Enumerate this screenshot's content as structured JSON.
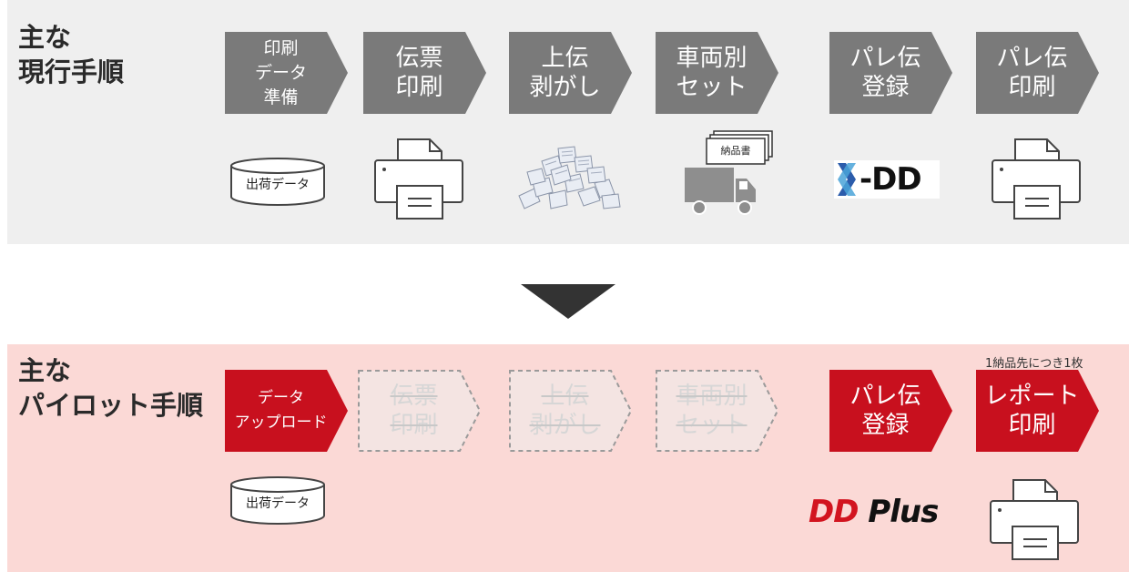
{
  "current": {
    "title_line1": "主な",
    "title_line2": "現行手順",
    "steps": [
      {
        "label": "印刷\nデータ\n準備"
      },
      {
        "label": "伝票\n印刷"
      },
      {
        "label": "上伝\n剥がし"
      },
      {
        "label": "車両別\nセット"
      },
      {
        "label": "パレ伝\n登録"
      },
      {
        "label": "パレ伝\n印刷"
      }
    ],
    "db_label": "出荷データ",
    "slip_label": "納品書",
    "xdd_logo": "X-DD"
  },
  "pilot": {
    "title_line1": "主な",
    "title_line2": "パイロット手順",
    "steps": [
      {
        "label": "データ\nアップロード"
      },
      {
        "label": "伝票\n印刷"
      },
      {
        "label": "上伝\n剥がし"
      },
      {
        "label": "車両別\nセット"
      },
      {
        "label": "パレ伝\n登録"
      },
      {
        "label": "レポート\n印刷"
      }
    ],
    "note": "1納品先につき1枚",
    "db_label": "出荷データ",
    "ddplus_logo": "DD Plus"
  },
  "colors": {
    "current_step": "#7a7a7a",
    "pilot_step": "#c8101e",
    "ghost_border": "#9a9a9a",
    "top_band": "#efefef",
    "bottom_band": "#fbd9d6"
  }
}
